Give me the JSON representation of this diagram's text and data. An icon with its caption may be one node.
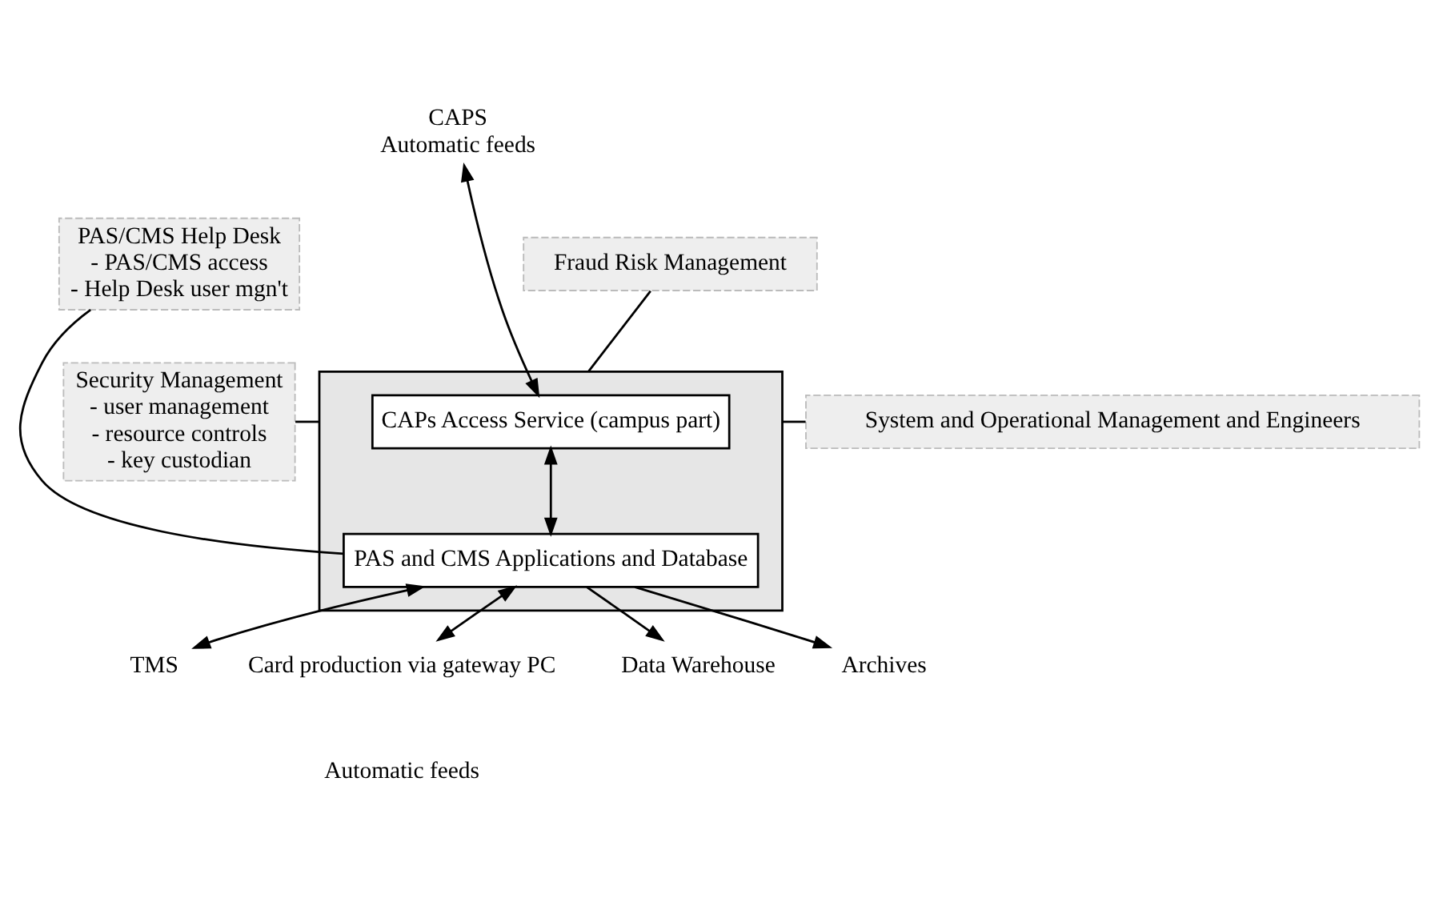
{
  "diagram": {
    "nodes": [
      {
        "text": [
          "CAPS",
          "Automatic feeds"
        ]
      },
      {
        "text": [],
        "shape": "box"
      },
      {
        "text": [
          "CAPs Access Service (campus part)"
        ],
        "in": 1
      },
      {
        "text": [
          "PAS and CMS Applications and Database"
        ],
        "in": 1
      },
      {
        "text": [
          "PAS/CMS Help Desk",
          "- PAS/CMS access",
          "- Help Desk user mgn't"
        ]
      },
      {
        "text": [
          "Security Management",
          "- user management",
          "- resource controls",
          "- key custodian"
        ]
      },
      {
        "text": [
          "Fraud Risk Management"
        ]
      },
      {
        "text": [
          "System and Operational Management and Engineers"
        ]
      },
      {
        "text": [
          "TMS"
        ]
      },
      {
        "text": [
          "Card production via gateway PC"
        ]
      },
      {
        "text": [
          "Data Warehouse"
        ]
      },
      {
        "text": [
          "Archives"
        ]
      }
    ],
    "edges": [
      {
        "from": 0,
        "to": 2,
        "arrow": "both"
      },
      {
        "from": 2,
        "to": 3,
        "arrow": "both"
      },
      {
        "from": 4,
        "to": 3,
        "arrow": "none"
      },
      {
        "from": 5,
        "to": 1,
        "arrow": "none"
      },
      {
        "from": 6,
        "to": 1,
        "arrow": "none"
      },
      {
        "from": 7,
        "to": 1,
        "arrow": "none"
      },
      {
        "from": 3,
        "to": 8,
        "arrow": "both"
      },
      {
        "from": 3,
        "to": 9,
        "arrow": "both"
      },
      {
        "from": 3,
        "to": 10,
        "arrow": "to"
      },
      {
        "from": 3,
        "to": 11,
        "arrow": "to"
      }
    ],
    "labels": [
      "Automatic feeds"
    ]
  }
}
